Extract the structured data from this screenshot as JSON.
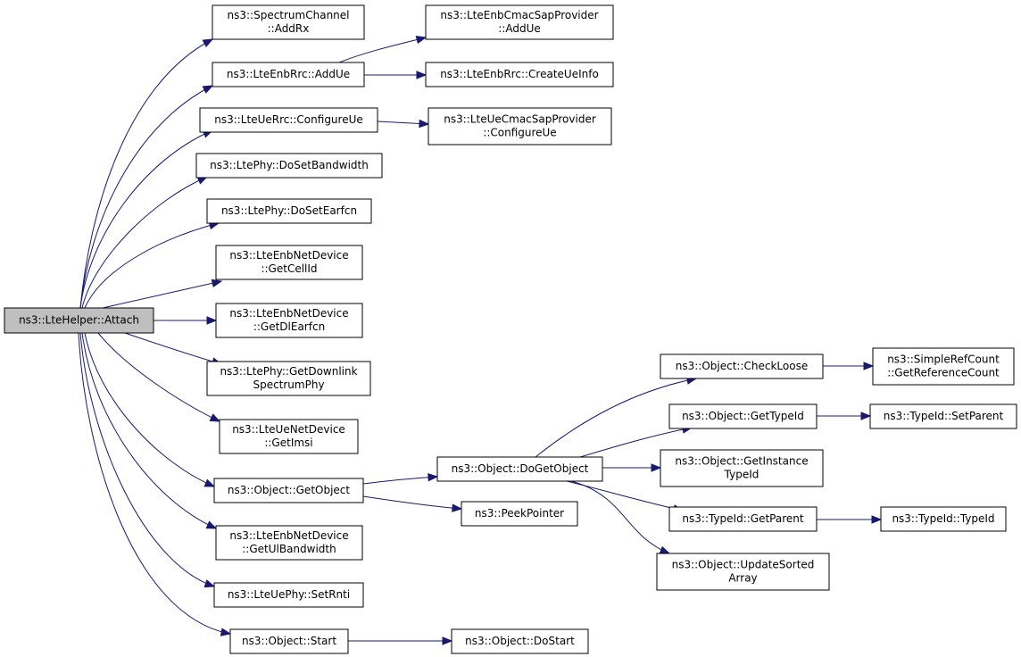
{
  "colors": {
    "edge": "#191970",
    "root_fill": "#bfbfbf",
    "node_fill": "#ffffff",
    "border": "#000000"
  },
  "nodes": {
    "attach": [
      "ns3::LteHelper::Attach"
    ],
    "addrx": [
      "ns3::SpectrumChannel",
      "::AddRx"
    ],
    "enbaddue": [
      "ns3::LteEnbRrc::AddUe"
    ],
    "configureue": [
      "ns3::LteUeRrc::ConfigureUe"
    ],
    "dosetbw": [
      "ns3::LtePhy::DoSetBandwidth"
    ],
    "doseteaf": [
      "ns3::LtePhy::DoSetEarfcn"
    ],
    "getcellid": [
      "ns3::LteEnbNetDevice",
      "::GetCellId"
    ],
    "getdlearfcn": [
      "ns3::LteEnbNetDevice",
      "::GetDlEarfcn"
    ],
    "getdlspec": [
      "ns3::LtePhy::GetDownlink",
      "SpectrumPhy"
    ],
    "getimsi": [
      "ns3::LteUeNetDevice",
      "::GetImsi"
    ],
    "getobject": [
      "ns3::Object::GetObject"
    ],
    "getulbw": [
      "ns3::LteEnbNetDevice",
      "::GetUlBandwidth"
    ],
    "setrnti": [
      "ns3::LteUePhy::SetRnti"
    ],
    "start": [
      "ns3::Object::Start"
    ],
    "cmacaddue": [
      "ns3::LteEnbCmacSapProvider",
      "::AddUe"
    ],
    "createueinfo": [
      "ns3::LteEnbRrc::CreateUeInfo"
    ],
    "uecmaccfg": [
      "ns3::LteUeCmacSapProvider",
      "::ConfigureUe"
    ],
    "dogetobject": [
      "ns3::Object::DoGetObject"
    ],
    "peekpointer": [
      "ns3::PeekPointer"
    ],
    "dostart": [
      "ns3::Object::DoStart"
    ],
    "checkloose": [
      "ns3::Object::CheckLoose"
    ],
    "gettypeid": [
      "ns3::Object::GetTypeId"
    ],
    "getinsttypeid": [
      "ns3::Object::GetInstance",
      "TypeId"
    ],
    "getparent": [
      "ns3::TypeId::GetParent"
    ],
    "updatesorted": [
      "ns3::Object::UpdateSorted",
      "Array"
    ],
    "getrefcount": [
      "ns3::SimpleRefCount",
      "::GetReferenceCount"
    ],
    "setparent": [
      "ns3::TypeId::SetParent"
    ],
    "typeid": [
      "ns3::TypeId::TypeId"
    ]
  },
  "edges": [
    [
      "attach",
      "addrx"
    ],
    [
      "attach",
      "enbaddue"
    ],
    [
      "attach",
      "configureue"
    ],
    [
      "attach",
      "dosetbw"
    ],
    [
      "attach",
      "doseteaf"
    ],
    [
      "attach",
      "getcellid"
    ],
    [
      "attach",
      "getdlearfcn"
    ],
    [
      "attach",
      "getdlspec"
    ],
    [
      "attach",
      "getimsi"
    ],
    [
      "attach",
      "getobject"
    ],
    [
      "attach",
      "getulbw"
    ],
    [
      "attach",
      "setrnti"
    ],
    [
      "attach",
      "start"
    ],
    [
      "enbaddue",
      "cmacaddue"
    ],
    [
      "enbaddue",
      "createueinfo"
    ],
    [
      "configureue",
      "uecmaccfg"
    ],
    [
      "getobject",
      "dogetobject"
    ],
    [
      "getobject",
      "peekpointer"
    ],
    [
      "start",
      "dostart"
    ],
    [
      "dogetobject",
      "checkloose"
    ],
    [
      "dogetobject",
      "gettypeid"
    ],
    [
      "dogetobject",
      "getinsttypeid"
    ],
    [
      "dogetobject",
      "getparent"
    ],
    [
      "dogetobject",
      "updatesorted"
    ],
    [
      "checkloose",
      "getrefcount"
    ],
    [
      "gettypeid",
      "setparent"
    ],
    [
      "getparent",
      "typeid"
    ]
  ]
}
